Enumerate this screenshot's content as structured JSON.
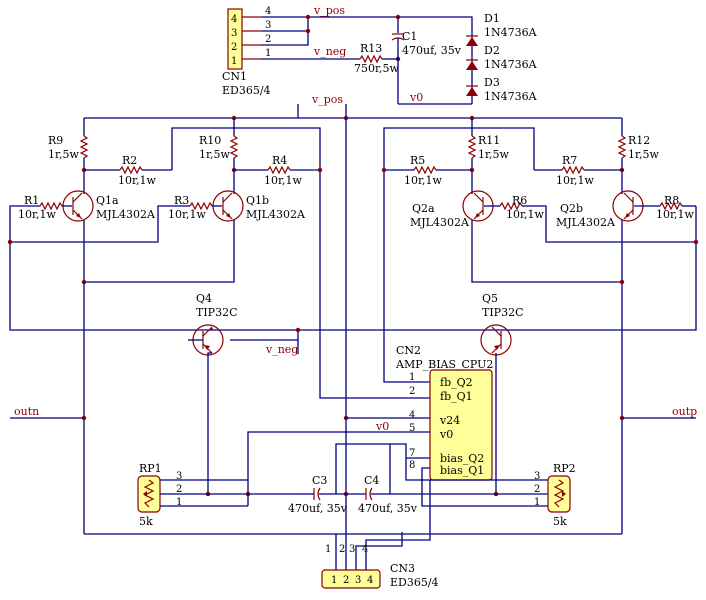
{
  "connectors": {
    "cn1": {
      "ref": "CN1",
      "value": "ED365/4",
      "pins": [
        "4",
        "3",
        "2",
        "1"
      ]
    },
    "cn2": {
      "ref": "CN2",
      "value": "AMP_BIAS_CPU2",
      "pins": [
        "1",
        "2",
        "4",
        "5",
        "7",
        "8"
      ],
      "pin_labels": [
        "fb_Q2",
        "fb_Q1",
        "v24",
        "v0",
        "bias_Q2",
        "bias_Q1"
      ]
    },
    "cn3": {
      "ref": "CN3",
      "value": "ED365/4",
      "pins": [
        "1",
        "2",
        "3",
        "4"
      ]
    }
  },
  "nets": {
    "vpos": "v_pos",
    "vneg": "v_neg",
    "v0": "v0",
    "outn": "outn",
    "outp": "outp"
  },
  "resistors": [
    {
      "ref": "R1",
      "value": "10r,1w"
    },
    {
      "ref": "R2",
      "value": "10r,1w"
    },
    {
      "ref": "R3",
      "value": "10r,1w"
    },
    {
      "ref": "R4",
      "value": "10r,1w"
    },
    {
      "ref": "R5",
      "value": "10r,1w"
    },
    {
      "ref": "R6",
      "value": "10r,1w"
    },
    {
      "ref": "R7",
      "value": "10r,1w"
    },
    {
      "ref": "R8",
      "value": "10r,1w"
    },
    {
      "ref": "R9",
      "value": "1r,5w"
    },
    {
      "ref": "R10",
      "value": "1r,5w"
    },
    {
      "ref": "R11",
      "value": "1r,5w"
    },
    {
      "ref": "R12",
      "value": "1r,5w"
    },
    {
      "ref": "R13",
      "value": "750r,5w"
    }
  ],
  "capacitors": [
    {
      "ref": "C1",
      "value": "470uf, 35v"
    },
    {
      "ref": "C3",
      "value": "470uf, 35v"
    },
    {
      "ref": "C4",
      "value": "470uf, 35v"
    }
  ],
  "diodes": [
    {
      "ref": "D1",
      "value": "1N4736A"
    },
    {
      "ref": "D2",
      "value": "1N4736A"
    },
    {
      "ref": "D3",
      "value": "1N4736A"
    }
  ],
  "transistors": [
    {
      "ref": "Q1a",
      "value": "MJL4302A"
    },
    {
      "ref": "Q1b",
      "value": "MJL4302A"
    },
    {
      "ref": "Q2a",
      "value": "MJL4302A"
    },
    {
      "ref": "Q2b",
      "value": "MJL4302A"
    },
    {
      "ref": "Q4",
      "value": "TIP32C"
    },
    {
      "ref": "Q5",
      "value": "TIP32C"
    }
  ],
  "pots": [
    {
      "ref": "RP1",
      "value": "5k",
      "pins": [
        "3",
        "2",
        "1"
      ]
    },
    {
      "ref": "RP2",
      "value": "5k",
      "pins": [
        "3",
        "2",
        "1"
      ]
    }
  ]
}
